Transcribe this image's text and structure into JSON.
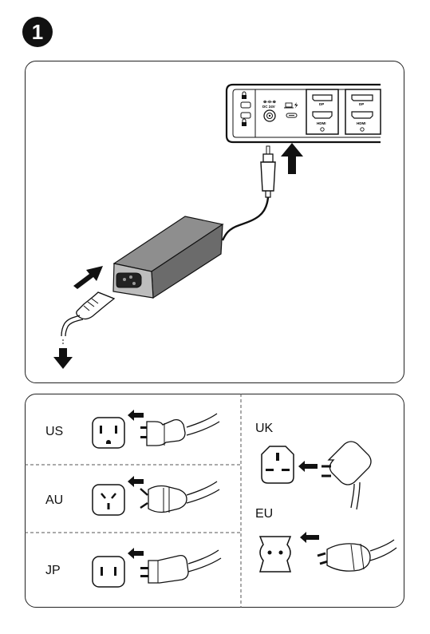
{
  "step": {
    "number": "1"
  },
  "dock": {
    "dc_label": "DC 24V",
    "dp_label": "DP",
    "hdmi_label": "HDMI"
  },
  "regions": [
    {
      "code": "US"
    },
    {
      "code": "AU"
    },
    {
      "code": "JP"
    },
    {
      "code": "UK"
    },
    {
      "code": "EU"
    }
  ],
  "icons": {
    "lock": "lock-icon",
    "laptop": "laptop-icon",
    "lightning": "lightning-icon",
    "arrow": "arrow-icon"
  }
}
